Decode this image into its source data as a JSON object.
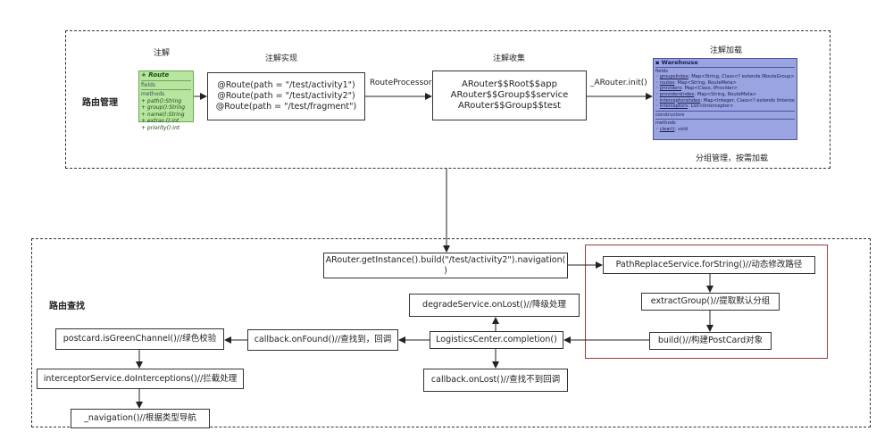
{
  "top_section": {
    "section_label": "路由管理",
    "headers": {
      "annotation": "注解",
      "annotation_impl": "注解实现",
      "annotation_collect": "注解收集",
      "annotation_load": "注解加载"
    },
    "route_class": {
      "title": "+ Route",
      "fields_label": "fields",
      "methods_label": "methods",
      "methods": [
        "+ path():String",
        "+ group():String",
        "+ name():String",
        "+ extras ():int",
        "+ priority():int"
      ]
    },
    "impl_lines": [
      "@Route(path = \"/test/activity1\")",
      "@Route(path = \"/test/activity2\")",
      "@Route(path = \"/test/fragment\")"
    ],
    "processor_label": "RouteProcessor",
    "collect_lines": [
      "ARouter$$Root$$app",
      "ARouter$$Group$$service",
      "ARouter$$Group$$test"
    ],
    "init_label": "_ARouter.init()",
    "warehouse_class": {
      "title": "Warehouse",
      "fields_label": "fields",
      "fields": [
        {
          "name": "groupsIndex",
          "type": "Map<String, Class<? extends IRouteGroup>>"
        },
        {
          "name": "routes",
          "type": "Map<String, RouteMeta>"
        },
        {
          "name": "providers",
          "type": "Map<Class, IProvider>"
        },
        {
          "name": "providersIndex",
          "type": "Map<String, RouteMeta>"
        },
        {
          "name": "interceptorsIndex",
          "type": "Map<Integer, Class<? extends IInterceptor>>"
        },
        {
          "name": "interceptors",
          "type": "List<IInterceptor>"
        }
      ],
      "constructors_label": "constructors",
      "methods_label": "methods",
      "methods": [
        {
          "name": "clear()",
          "type": "void"
        }
      ]
    },
    "load_caption": "分组管理，按需加载"
  },
  "bottom_section": {
    "section_label": "路由查找",
    "nav_call": "ARouter.getInstance().build(\"/test/activity2\").navigation(\n)",
    "path_replace": "PathReplaceService.forString()//动态修改路径",
    "extract_group": "extractGroup()//提取默认分组",
    "build_postcard": "build()//构建PostCard对象",
    "degrade": "degradeService.onLost()//降级处理",
    "completion": "LogisticsCenter.completion()",
    "on_found": "callback.onFound()//查找到，回调",
    "on_lost": "callback.onLost()//查找不到回调",
    "green_channel": "postcard.isGreenChannel()//绿色校验",
    "interceptions": "interceptorService.doInterceptions()//拦截处理",
    "navigation": "_navigation()//根据类型导航"
  }
}
